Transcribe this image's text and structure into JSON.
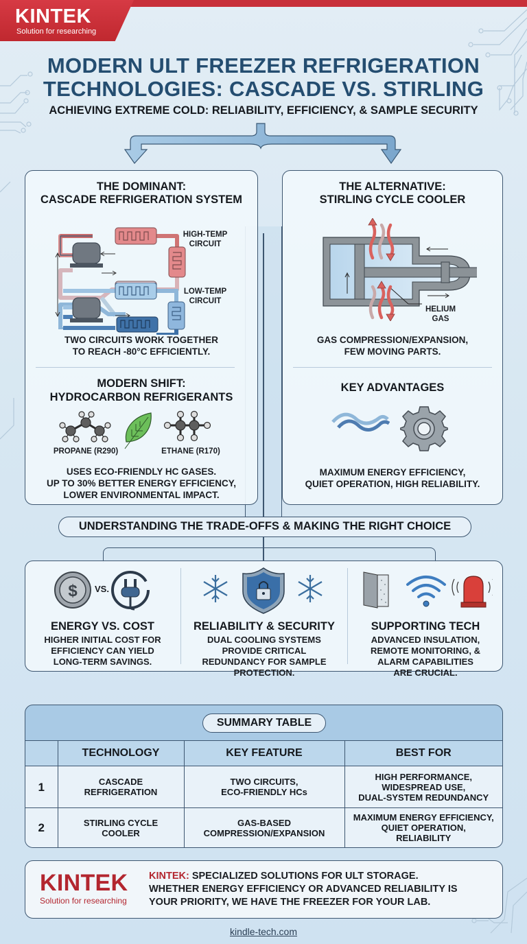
{
  "brand": {
    "name": "KINTEK",
    "tagline": "Solution for researching",
    "color": "#c8303a"
  },
  "header": {
    "title_line1": "MODERN ULT FREEZER REFRIGERATION",
    "title_line2": "TECHNOLOGIES:  CASCADE VS. STIRLING",
    "subtitle": "ACHIEVING EXTREME COLD: RELIABILITY, EFFICIENCY, & SAMPLE SECURITY"
  },
  "cascade": {
    "title_line1": "THE DOMINANT:",
    "title_line2": "CASCADE REFRIGERATION SYSTEM",
    "high_label_1": "HIGH-TEMP",
    "high_label_2": "CIRCUIT",
    "low_label_1": "LOW-TEMP",
    "low_label_2": "CIRCUIT",
    "caption_1": "TWO CIRCUITS WORK TOGETHER",
    "caption_2": "TO REACH -80°C EFFICIENTLY.",
    "shift_title_1": "MODERN SHIFT:",
    "shift_title_2": "HYDROCARBON REFRIGERANTS",
    "propane": "PROPANE (R290)",
    "ethane": "ETHANE (R170)",
    "shift_caption_1": "USES ECO-FRIENDLY HC GASES.",
    "shift_caption_2": "UP TO 30% BETTER ENERGY EFFICIENCY,",
    "shift_caption_3": "LOWER ENVIRONMENTAL IMPACT."
  },
  "stirling": {
    "title_line1": "THE ALTERNATIVE:",
    "title_line2": "STIRLING CYCLE COOLER",
    "helium_1": "HELIUM",
    "helium_2": "GAS",
    "caption_1": "GAS COMPRESSION/EXPANSION,",
    "caption_2": "FEW MOVING PARTS.",
    "adv_title": "KEY ADVANTAGES",
    "adv_caption_1": "MAXIMUM ENERGY EFFICIENCY,",
    "adv_caption_2": "QUIET OPERATION, HIGH RELIABILITY."
  },
  "tradeoffs": {
    "heading": "UNDERSTANDING THE TRADE-OFFS & MAKING THE RIGHT CHOICE",
    "vs_label": "VS.",
    "columns": [
      {
        "title": "ENERGY VS. COST",
        "lines": [
          "HIGHER INITIAL COST FOR",
          "EFFICIENCY CAN YIELD",
          "LONG-TERM SAVINGS."
        ]
      },
      {
        "title": "RELIABILITY & SECURITY",
        "lines": [
          "DUAL COOLING SYSTEMS",
          "PROVIDE CRITICAL",
          "REDUNDANCY FOR SAMPLE",
          "PROTECTION."
        ]
      },
      {
        "title": "SUPPORTING TECH",
        "lines": [
          "ADVANCED INSULATION,",
          "REMOTE MONITORING, &",
          "ALARM CAPABILITIES",
          "ARE CRUCIAL."
        ]
      }
    ]
  },
  "summary": {
    "heading": "SUMMARY TABLE",
    "columns": [
      "",
      "TECHNOLOGY",
      "KEY FEATURE",
      "BEST FOR"
    ],
    "rows": [
      {
        "num": "1",
        "technology": [
          "CASCADE",
          "REFRIGERATION"
        ],
        "feature": [
          "TWO CIRCUITS,",
          "ECO-FRIENDLY HCs"
        ],
        "best": [
          "HIGH PERFORMANCE,",
          "WIDESPREAD USE,",
          "DUAL-SYSTEM REDUNDANCY"
        ]
      },
      {
        "num": "2",
        "technology": [
          "STIRLING CYCLE",
          "COOLER"
        ],
        "feature": [
          "GAS-BASED",
          "COMPRESSION/EXPANSION"
        ],
        "best": [
          "MAXIMUM ENERGY EFFICIENCY,",
          "QUIET OPERATION,",
          "RELIABILITY"
        ]
      }
    ]
  },
  "footer": {
    "brand_prefix": "KINTEK:",
    "line1": " SPECIALIZED SOLUTIONS FOR ULT STORAGE.",
    "line2": "WHETHER ENERGY EFFICIENCY OR ADVANCED RELIABILITY IS",
    "line3": "YOUR PRIORITY, WE HAVE THE FREEZER FOR YOUR LAB.",
    "link": "kindle-tech.com"
  }
}
